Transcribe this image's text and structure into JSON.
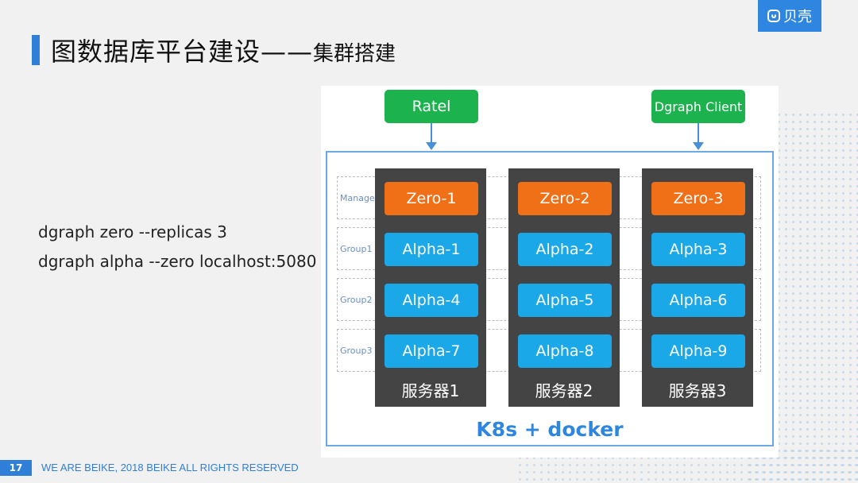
{
  "header": {
    "title_main": "图数据库平台建设——",
    "title_sub": "集群搭建",
    "logo_text": "贝壳"
  },
  "commands": [
    "dgraph zero --replicas 3",
    "dgraph alpha --zero localhost:5080"
  ],
  "diagram": {
    "top_nodes": [
      "Ratel",
      "Dgraph Client"
    ],
    "row_labels": [
      "Manager",
      "Group1",
      "Group2",
      "Group3"
    ],
    "servers": [
      {
        "label": "服务器1",
        "nodes": [
          "Zero-1",
          "Alpha-1",
          "Alpha-4",
          "Alpha-7"
        ]
      },
      {
        "label": "服务器2",
        "nodes": [
          "Zero-2",
          "Alpha-2",
          "Alpha-5",
          "Alpha-8"
        ]
      },
      {
        "label": "服务器3",
        "nodes": [
          "Zero-3",
          "Alpha-3",
          "Alpha-6",
          "Alpha-9"
        ]
      }
    ],
    "platform_label": "K8s + docker",
    "colors": {
      "zero": "#f07017",
      "alpha": "#1aa8e8",
      "client": "#1cb34f",
      "server": "#444444",
      "accent": "#2f86e0"
    }
  },
  "footer": {
    "page_number": "17",
    "text": "WE ARE BEIKE, 2018 BEIKE ALL RIGHTS RESERVED"
  }
}
